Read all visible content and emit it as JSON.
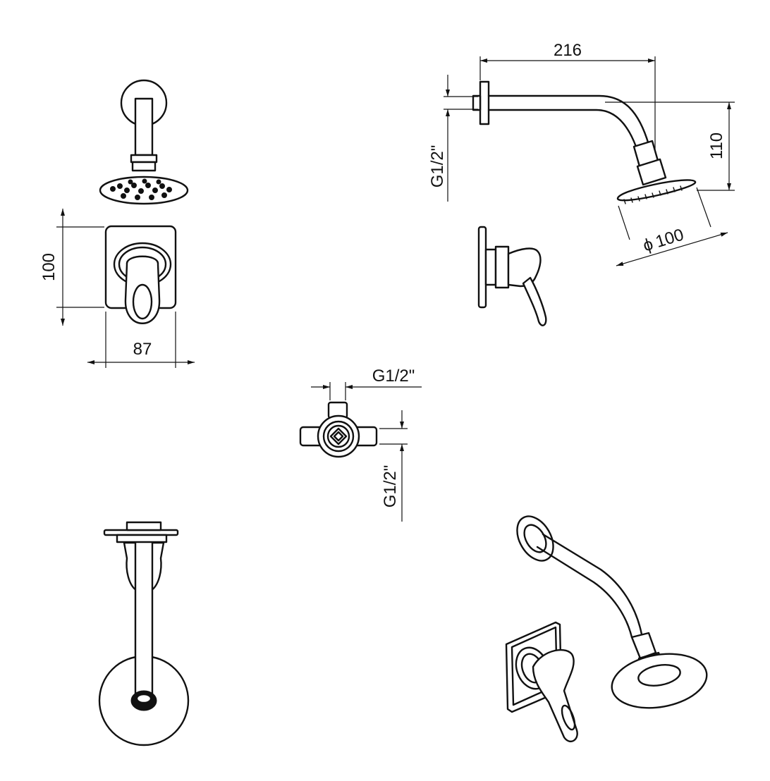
{
  "dimensions": {
    "width_label": "87",
    "height_label": "100",
    "arm_length_label": "216",
    "drop_label": "110",
    "head_diameter_label": "100",
    "diameter_symbol": "ϕ",
    "wall_thread_label": "G1/2\"",
    "valve_top_thread_label": "G1/2\"",
    "valve_side_thread_label": "G1/2\""
  }
}
